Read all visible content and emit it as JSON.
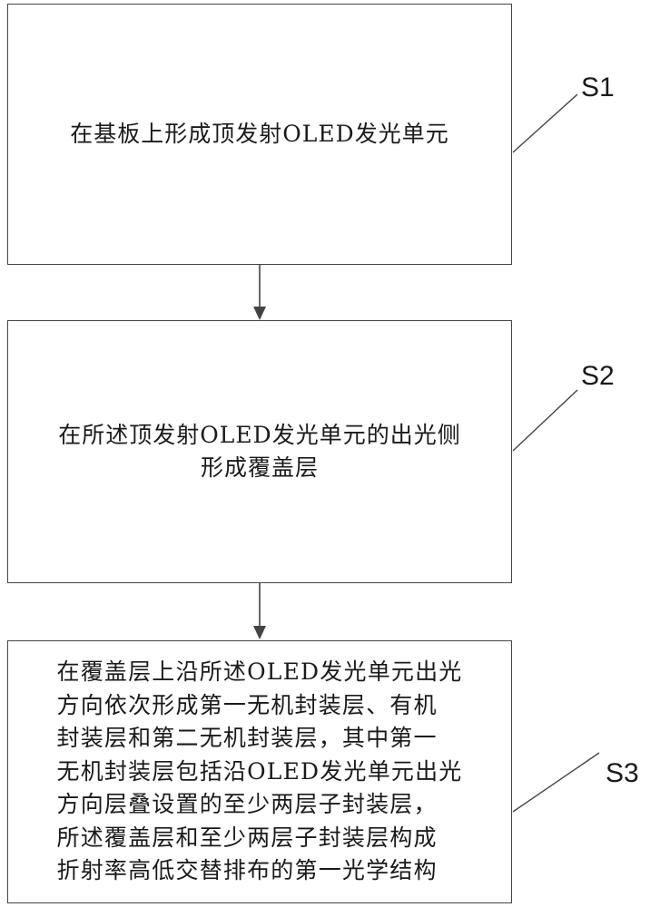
{
  "steps": [
    {
      "id": "S1",
      "text_lines": [
        "在基板上形成顶发射OLED发光单元"
      ]
    },
    {
      "id": "S2",
      "text_lines": [
        "在所述顶发射OLED发光单元的出光侧",
        "形成覆盖层"
      ]
    },
    {
      "id": "S3",
      "text_lines": [
        "在覆盖层上沿所述OLED发光单元出光",
        "方向依次形成第一无机封装层、有机",
        "封装层和第二无机封装层，其中第一",
        "无机封装层包括沿OLED发光单元出光",
        "方向层叠设置的至少两层子封装层，",
        "所述覆盖层和至少两层子封装层构成",
        "折射率高低交替排布的第一光学结构"
      ]
    }
  ],
  "colors": {
    "border": "#444444",
    "arrow": "#444444",
    "text": "#1a1a1a"
  }
}
